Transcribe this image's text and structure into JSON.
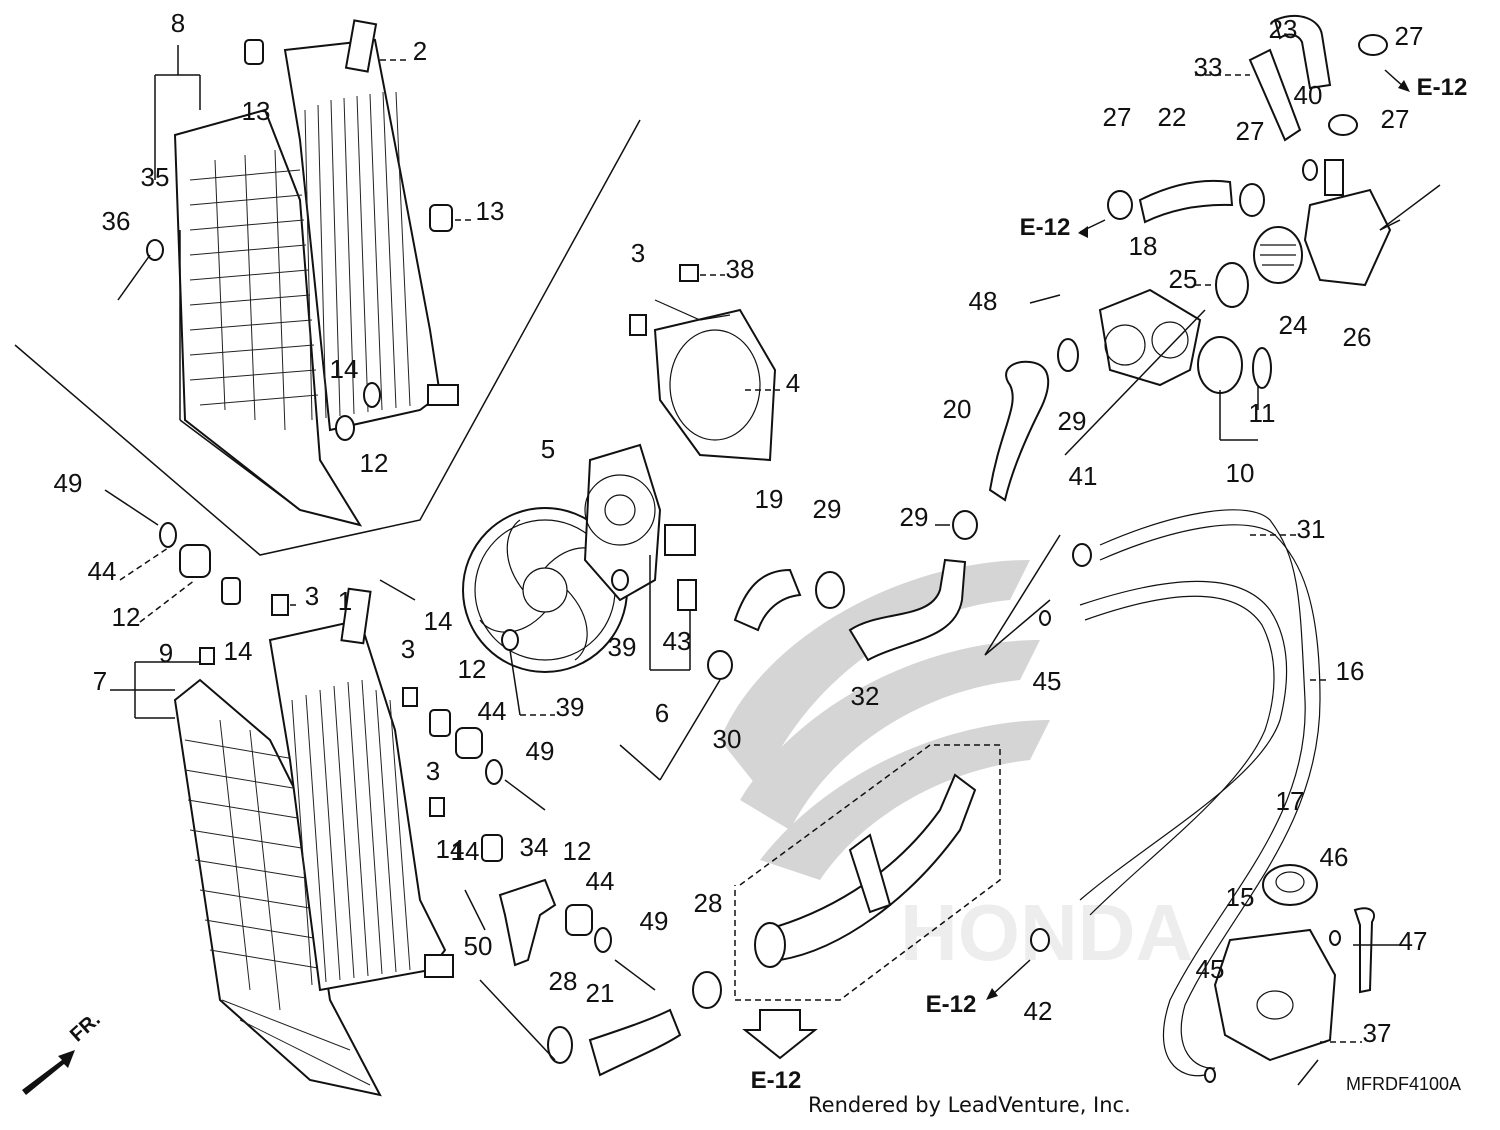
{
  "diagram": {
    "part_numbers": [
      "1",
      "2",
      "3",
      "3",
      "3",
      "3",
      "4",
      "5",
      "6",
      "7",
      "8",
      "9",
      "10",
      "11",
      "12",
      "12",
      "12",
      "12",
      "13",
      "13",
      "14",
      "14",
      "14",
      "14",
      "14",
      "15",
      "16",
      "17",
      "18",
      "19",
      "20",
      "21",
      "22",
      "23",
      "24",
      "25",
      "26",
      "27",
      "27",
      "27",
      "27",
      "28",
      "28",
      "29",
      "29",
      "29",
      "30",
      "31",
      "32",
      "33",
      "34",
      "35",
      "36",
      "37",
      "38",
      "39",
      "39",
      "40",
      "41",
      "42",
      "43",
      "44",
      "44",
      "44",
      "45",
      "45",
      "46",
      "47",
      "48",
      "49",
      "49",
      "49",
      "50"
    ],
    "section_refs": [
      "E-12",
      "E-12",
      "E-12",
      "E-12"
    ],
    "direction_label": "FR.",
    "drawing_code": "MFRDF4100A"
  },
  "footer": {
    "credit": "Rendered by LeadVenture, Inc."
  }
}
